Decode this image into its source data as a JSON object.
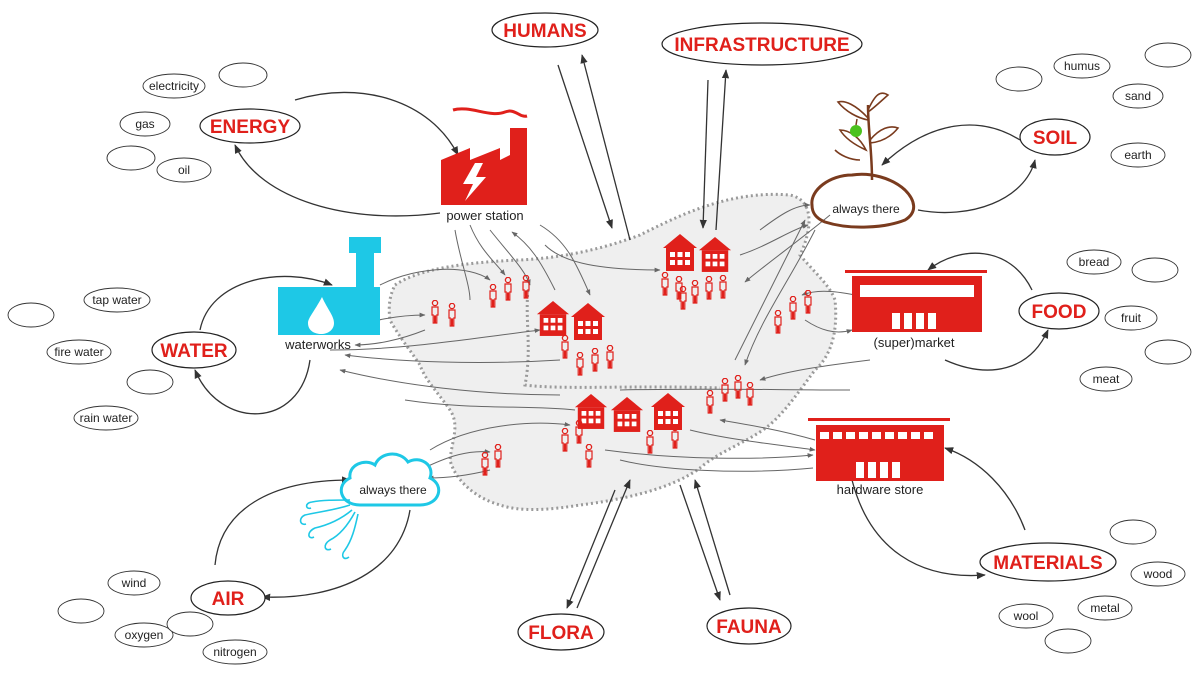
{
  "categories": {
    "humans": "HUMANS",
    "infrastructure": "INFRASTRUCTURE",
    "energy": "ENERGY",
    "soil": "SOIL",
    "water": "WATER",
    "food": "FOOD",
    "air": "AIR",
    "materials": "MATERIALS",
    "flora": "FLORA",
    "fauna": "FAUNA"
  },
  "sub_items": {
    "energy": [
      "electricity",
      "gas",
      "oil"
    ],
    "soil": [
      "humus",
      "sand",
      "earth"
    ],
    "water": [
      "tap water",
      "fire water",
      "rain water"
    ],
    "food": [
      "bread",
      "fruit",
      "meat"
    ],
    "air": [
      "wind",
      "oxygen",
      "nitrogen"
    ],
    "materials": [
      "wood",
      "metal",
      "wool"
    ]
  },
  "facilities": {
    "power_station": "power station",
    "waterworks": "waterworks",
    "soil_plant": "always there",
    "supermarket": "(super)market",
    "hardware_store": "hardware store",
    "cloud": "always there"
  },
  "colors": {
    "accent_red": "#e0201b",
    "cyan": "#1ec8e6",
    "soil_brown": "#7a3b1e",
    "apple_green": "#4cc21e",
    "city_fill": "#efefef",
    "city_outline": "#9a9a9a",
    "arrow": "#333333"
  }
}
